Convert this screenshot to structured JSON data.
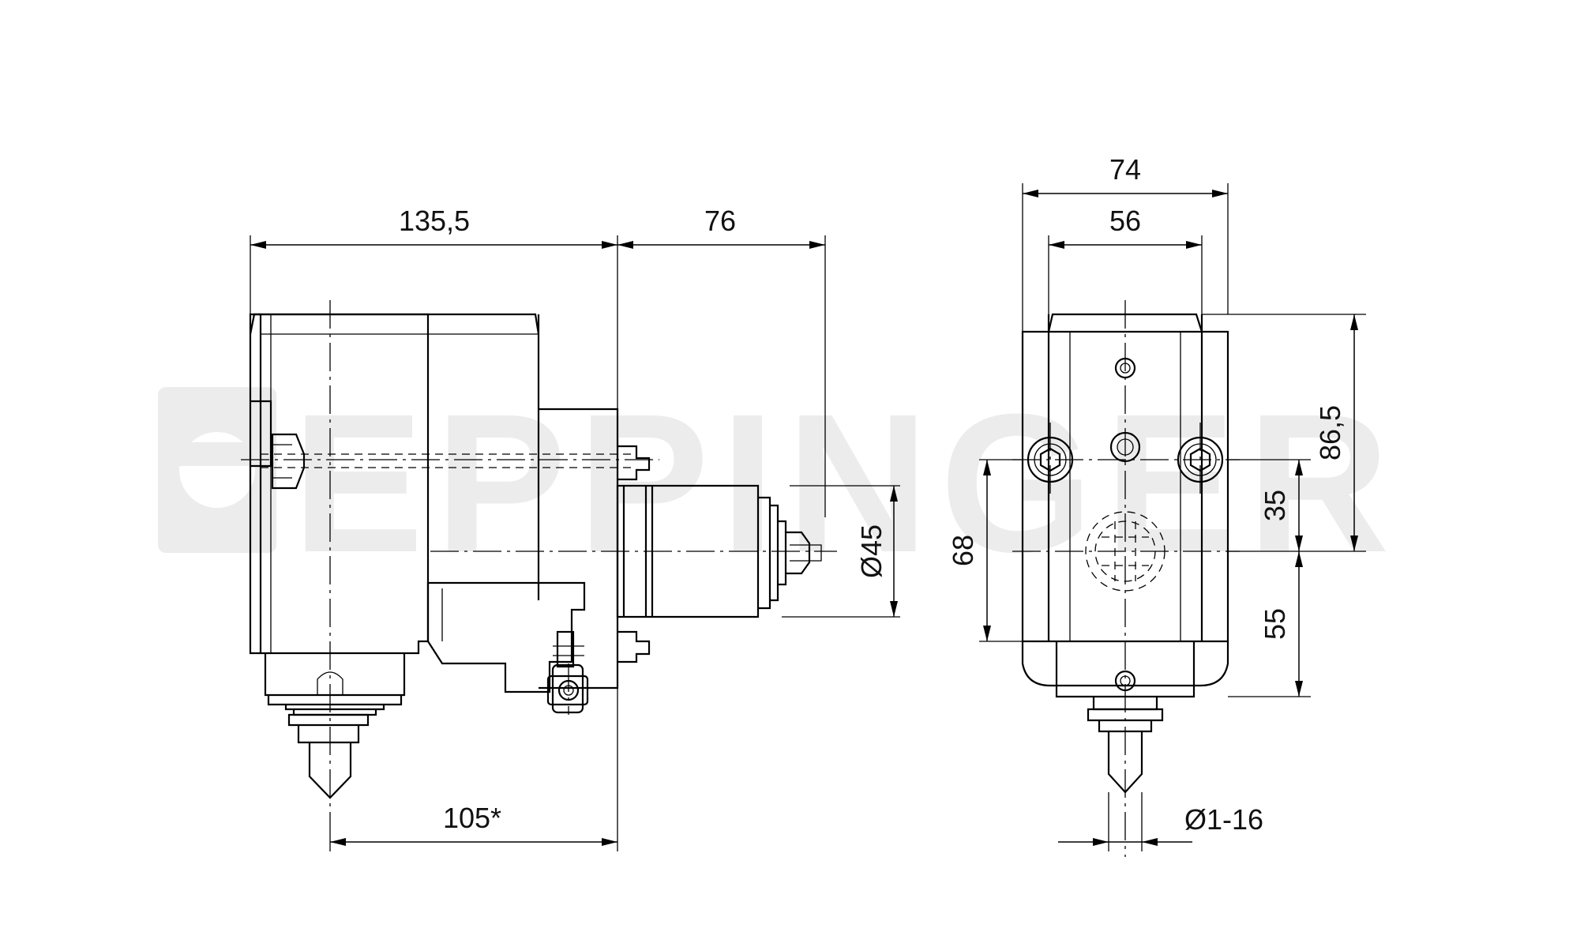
{
  "watermark": {
    "text": "EPPINGER"
  },
  "side_view": {
    "dims": {
      "overall_length": "135,5",
      "spindle_length": "76",
      "shank_offset": "105*",
      "spindle_diameter": "Ø45"
    }
  },
  "front_view": {
    "dims": {
      "width_outer": "74",
      "width_inner": "56",
      "height_total": "86,5",
      "spindle_height": "68",
      "upper_offset": "35",
      "lower_offset": "55",
      "collet_range": "Ø1-16"
    }
  }
}
